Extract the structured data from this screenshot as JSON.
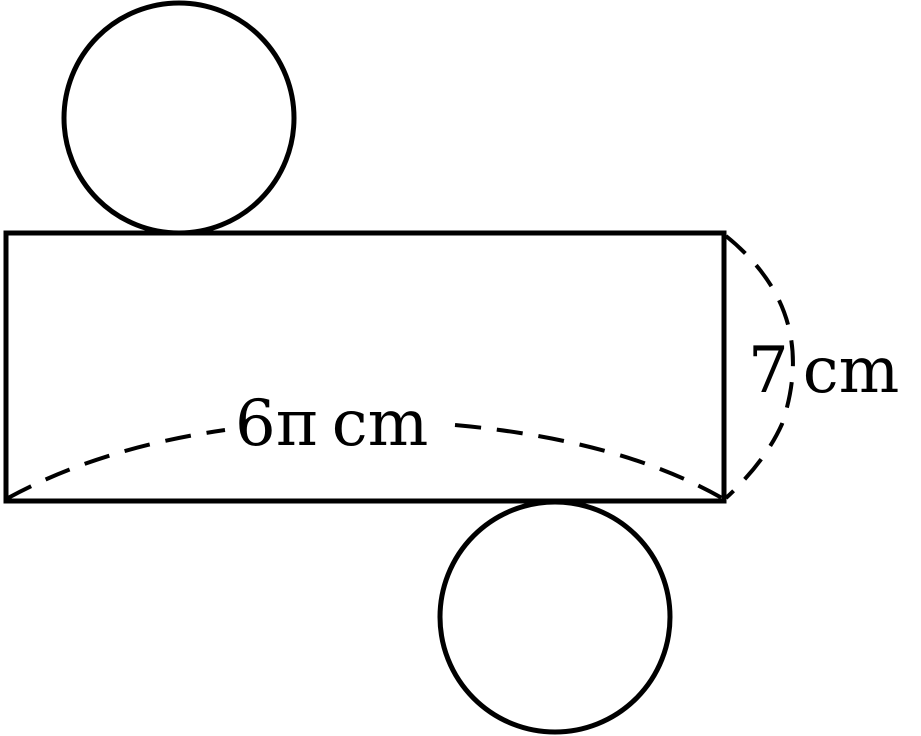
{
  "diagram": {
    "stroke_color": "#000000",
    "background_color": "#ffffff",
    "labels": {
      "length_value": "6π",
      "length_unit": "cm",
      "height_value": "7",
      "height_unit": "cm"
    }
  }
}
